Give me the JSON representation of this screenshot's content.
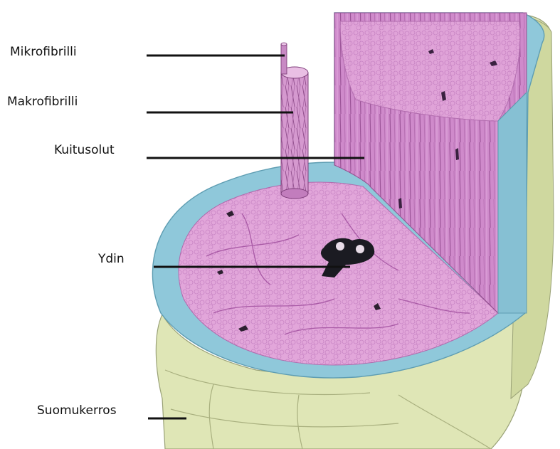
{
  "diagram": {
    "labels": [
      {
        "id": "mikrofibrilli",
        "text": "Mikrofibrilli"
      },
      {
        "id": "makrofibrilli",
        "text": "Makrofibrilli"
      },
      {
        "id": "kuitusolut",
        "text": "Kuitusolut"
      },
      {
        "id": "ydin",
        "text": "Ydin"
      },
      {
        "id": "suomukerros",
        "text": "Suomukerros"
      }
    ]
  },
  "colors": {
    "cortex": "#dd9cd6",
    "cortex_dark": "#b05fae",
    "cuticle_blue": "#8cc6d8",
    "scale_green": "#dde4b4",
    "medulla": "#1b1b22",
    "leader_line": "#111111"
  }
}
